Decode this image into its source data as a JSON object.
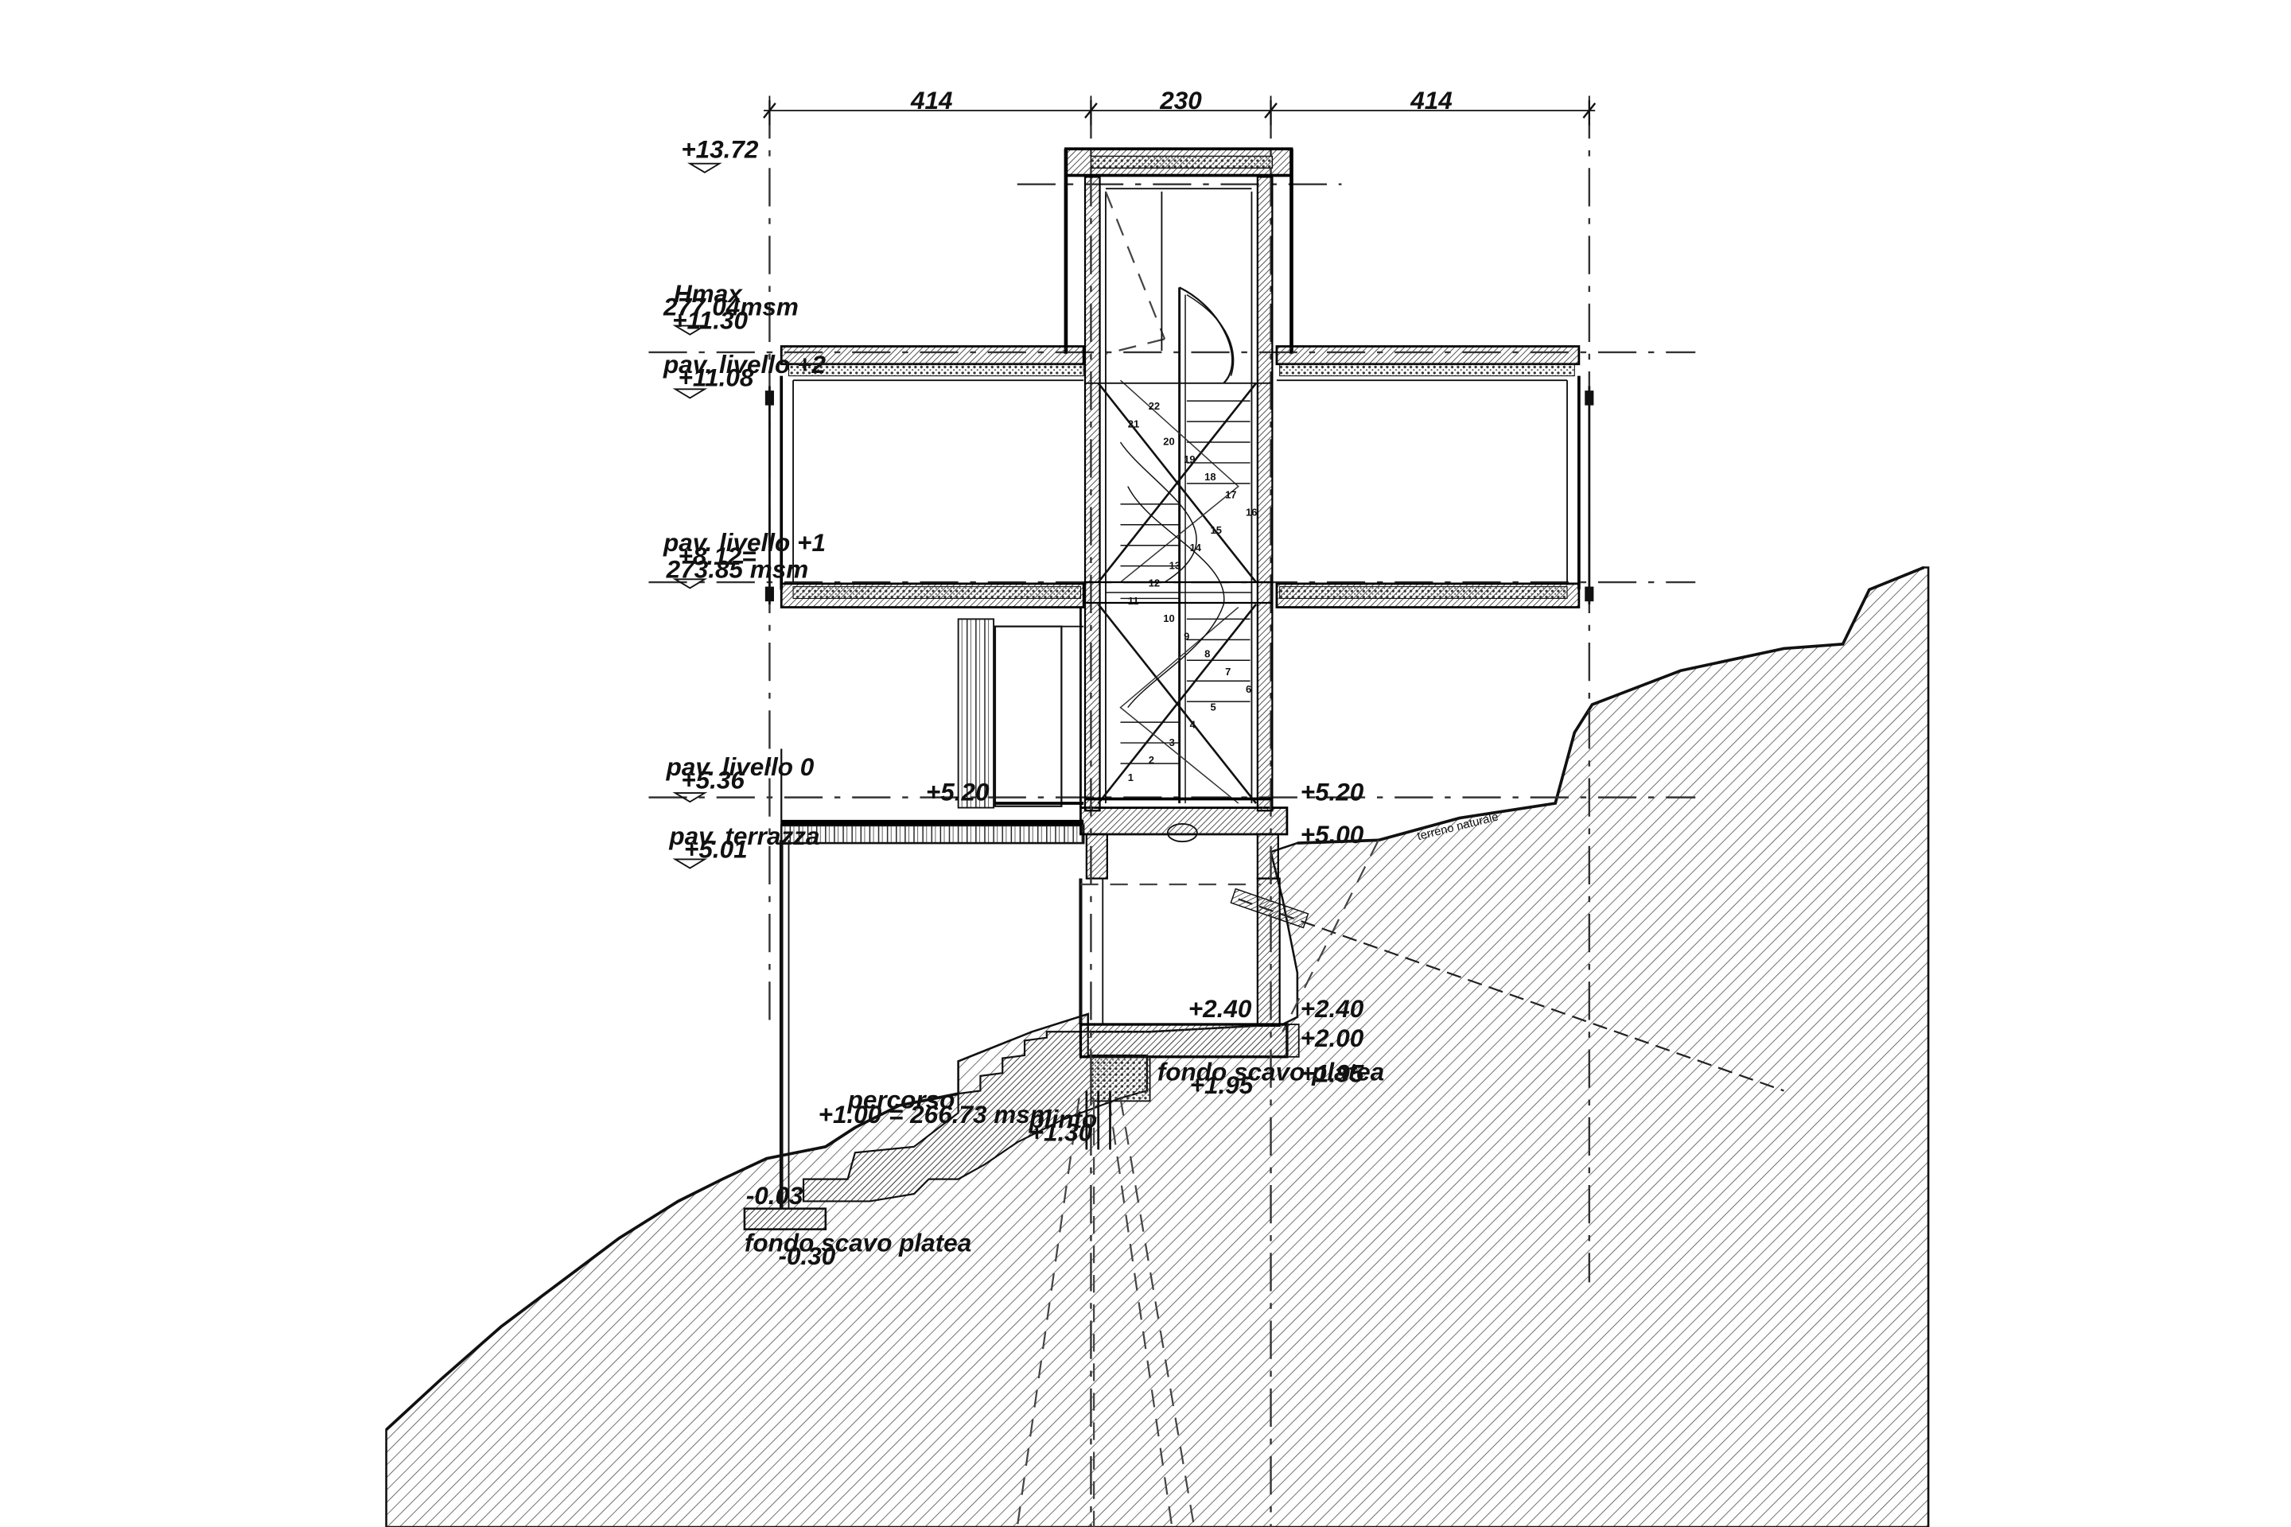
{
  "dimensions": {
    "left": "414",
    "center": "230",
    "right": "414"
  },
  "levels": {
    "top": "+13.72",
    "hmax_title": "Hmax",
    "hmax_msm": "277.04msm",
    "hmax_value": "+11.30",
    "level2_title": "pav. livello +2",
    "level2_value": "+11.08",
    "level1_title": "pav. livello +1",
    "level1_value": "+8.12=",
    "level1_msm": "273.85 msm",
    "level0_title": "pav. livello 0",
    "level0_value": "+5.36",
    "terrace_title": "pav. terrazza",
    "terrace_value": "+5.01"
  },
  "annotations": {
    "entry_left": "+5.20",
    "entry_right": "+5.20",
    "ground_500": "+5.00",
    "natural_ground": "terreno naturale",
    "base_240_left": "+2.40",
    "base_240_right": "+2.40",
    "base_200": "+2.00",
    "excavation_title": "fondo scavo platea",
    "excavation_value": "+1.95",
    "excavation_side": "+1.95",
    "path_title": "percorso",
    "path_value": "+1.00 = 266.73 msm",
    "footing_title": "plinto",
    "footing_value": "+1.30",
    "base_left": "-0.03",
    "excavation_left_title": "fondo scavo platea",
    "excavation_left_value": "-0.30"
  },
  "stair_numbers": [
    "1",
    "2",
    "3",
    "4",
    "5",
    "6",
    "7",
    "8",
    "9",
    "10",
    "11",
    "12",
    "13",
    "14",
    "15",
    "16",
    "17",
    "18",
    "19",
    "20",
    "21",
    "22"
  ]
}
